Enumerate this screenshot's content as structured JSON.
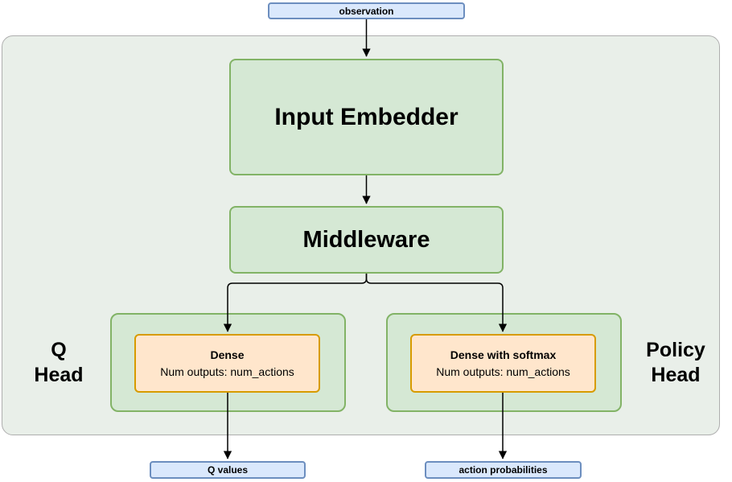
{
  "diagram": {
    "observation": {
      "label": "observation"
    },
    "input_embedder": {
      "label": "Input Embedder"
    },
    "middleware": {
      "label": "Middleware"
    },
    "q_head": {
      "line1": "Q",
      "line2": "Head"
    },
    "policy_head": {
      "line1": "Policy",
      "line2": "Head"
    },
    "q_dense": {
      "title": "Dense",
      "subtitle": "Num outputs: num_actions"
    },
    "policy_dense": {
      "title": "Dense with softmax",
      "subtitle": "Num outputs: num_actions"
    },
    "q_values": {
      "label": "Q values"
    },
    "action_probabilities": {
      "label": "action probabilities"
    },
    "colors": {
      "blue_fill": "#dae8fc",
      "blue_border": "#6c8ebf",
      "green_fill": "#d5e8d4",
      "green_border": "#82b366",
      "orange_fill": "#ffe6cc",
      "orange_border": "#d79b00",
      "container_fill": "#e9efe9",
      "container_border": "#aeaeae",
      "edge_color": "#000000"
    }
  }
}
